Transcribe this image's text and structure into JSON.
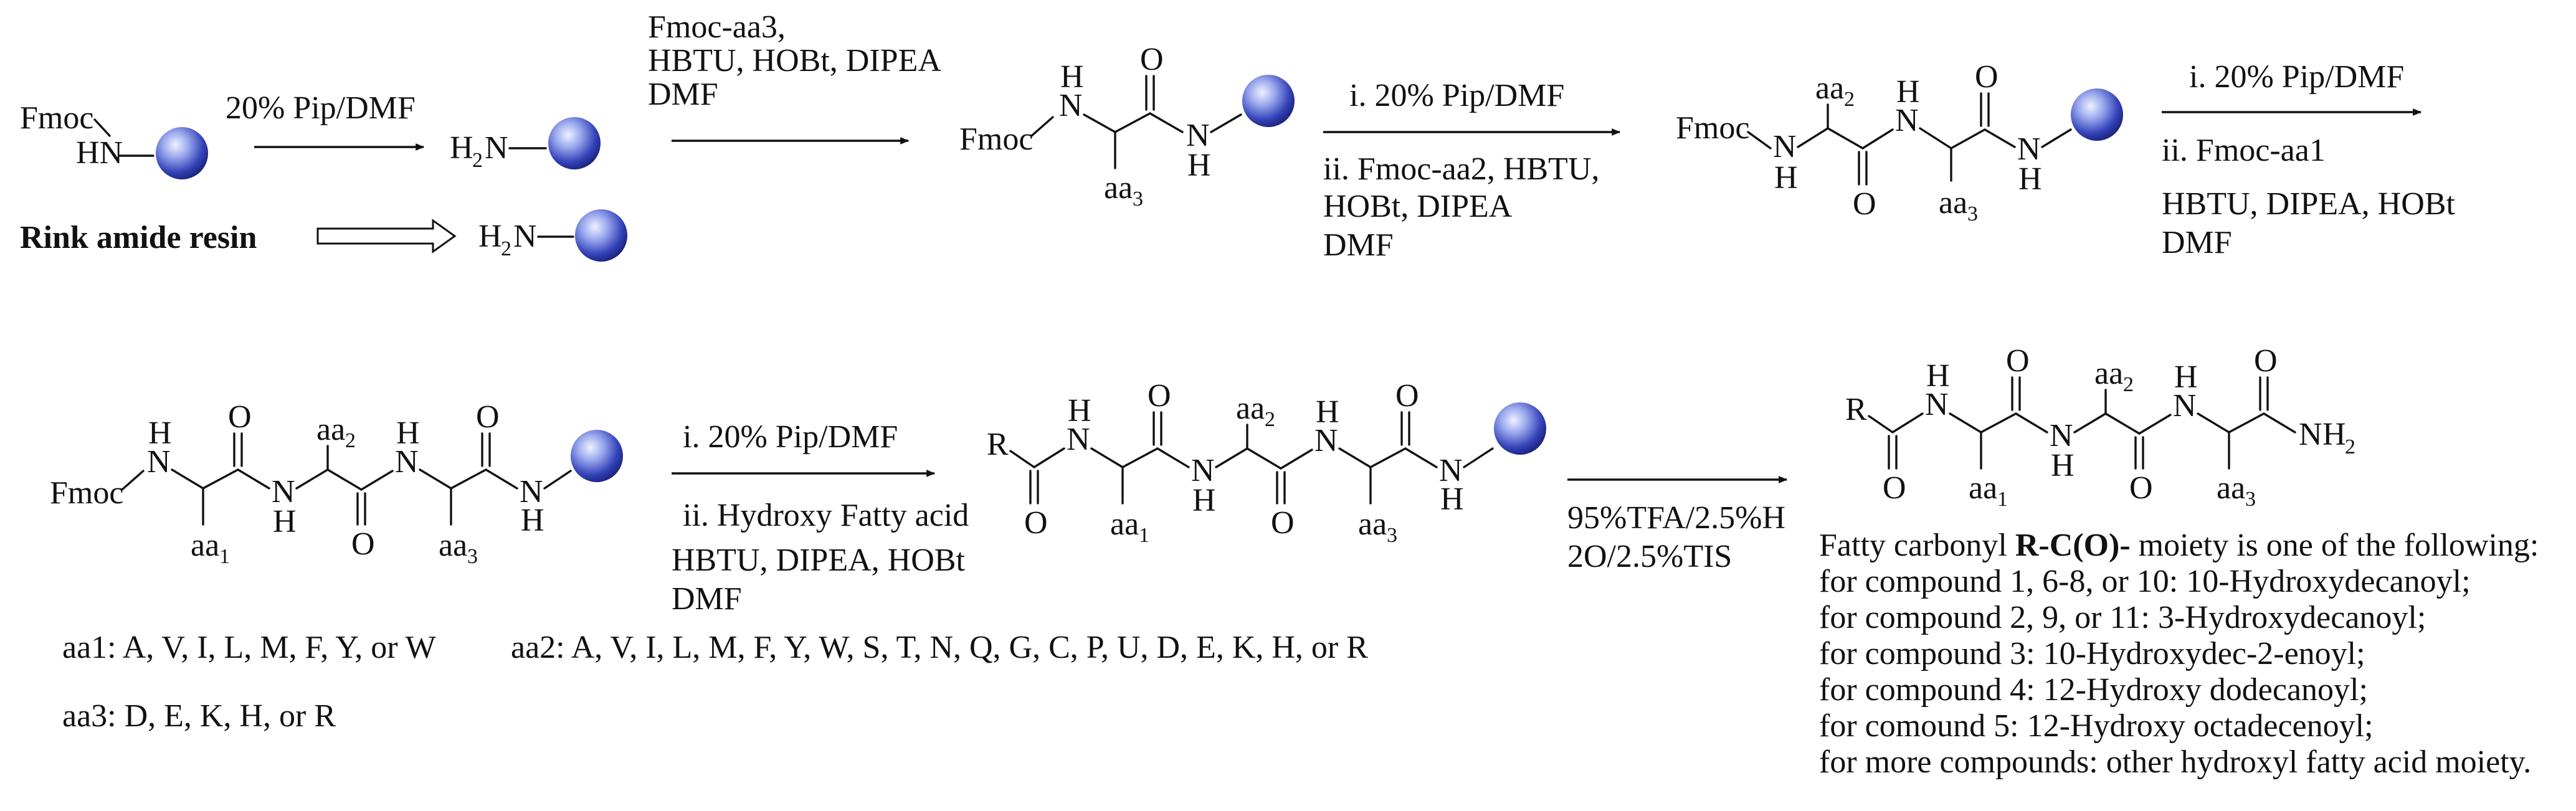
{
  "reagents": {
    "deprotect": "20% Pip/DMF",
    "step_a_l1": "Fmoc-aa3,",
    "step_a_l2": "HBTU, HOBt, DIPEA",
    "step_a_l3": "DMF",
    "step_b_l1": "i. 20% Pip/DMF",
    "step_b_l2": "ii. Fmoc-aa2, HBTU,",
    "step_b_l3": "HOBt, DIPEA",
    "step_b_l4": "DMF",
    "step_c_l1": "i. 20% Pip/DMF",
    "step_c_l2": "ii. Fmoc-aa1",
    "step_c_l3": "HBTU, DIPEA, HOBt",
    "step_c_l4": "DMF",
    "step_d_l1": "i. 20% Pip/DMF",
    "step_d_l2": "ii. Hydroxy Fatty acid",
    "step_d_l3": "HBTU, DIPEA, HOBt",
    "step_d_l4": "DMF",
    "cleave_l1": "95%TFA/2.5%H",
    "cleave_l2": "2O/2.5%TIS"
  },
  "labels": {
    "fmoc": "Fmoc",
    "hn": "HN",
    "n": "N",
    "h": "H",
    "o": "O",
    "r": "R",
    "aa": "aa",
    "idx1": "1",
    "idx2": "2",
    "idx3": "3",
    "nh2_sub": "2",
    "rink": "Rink amide resin"
  },
  "variables": {
    "aa1": "aa1: A, V, I, L, M, F, Y, or W",
    "aa2": "aa2: A, V, I, L, M, F, Y, W, S, T, N, Q, G, C, P, U, D, E, K, H, or R",
    "aa3": "aa3: D, E, K, H, or R"
  },
  "notes": {
    "intro_plain": "Fatty carbonyl ",
    "intro_bold": "R-C(O)-",
    "intro_rest": " moiety is one of the following:",
    "lines": [
      "for compound 1, 6-8, or 10: 10-Hydroxydecanoyl;",
      "for compound 2, 9, or 11: 3-Hydroxydecanoyl;",
      "for compound 3: 10-Hydroxydec-2-enoyl;",
      "for compound 4: 12-Hydroxy dodecanoyl;",
      "for comound 5: 12-Hydroxy octadecenoyl;",
      "for more compounds: other hydroxyl fatty acid moiety."
    ]
  },
  "colors": {
    "bead_light": "#e9eeff",
    "bead_mid": "#7e8fe0",
    "bead_dark": "#1f2a86",
    "ink": "#111111"
  }
}
